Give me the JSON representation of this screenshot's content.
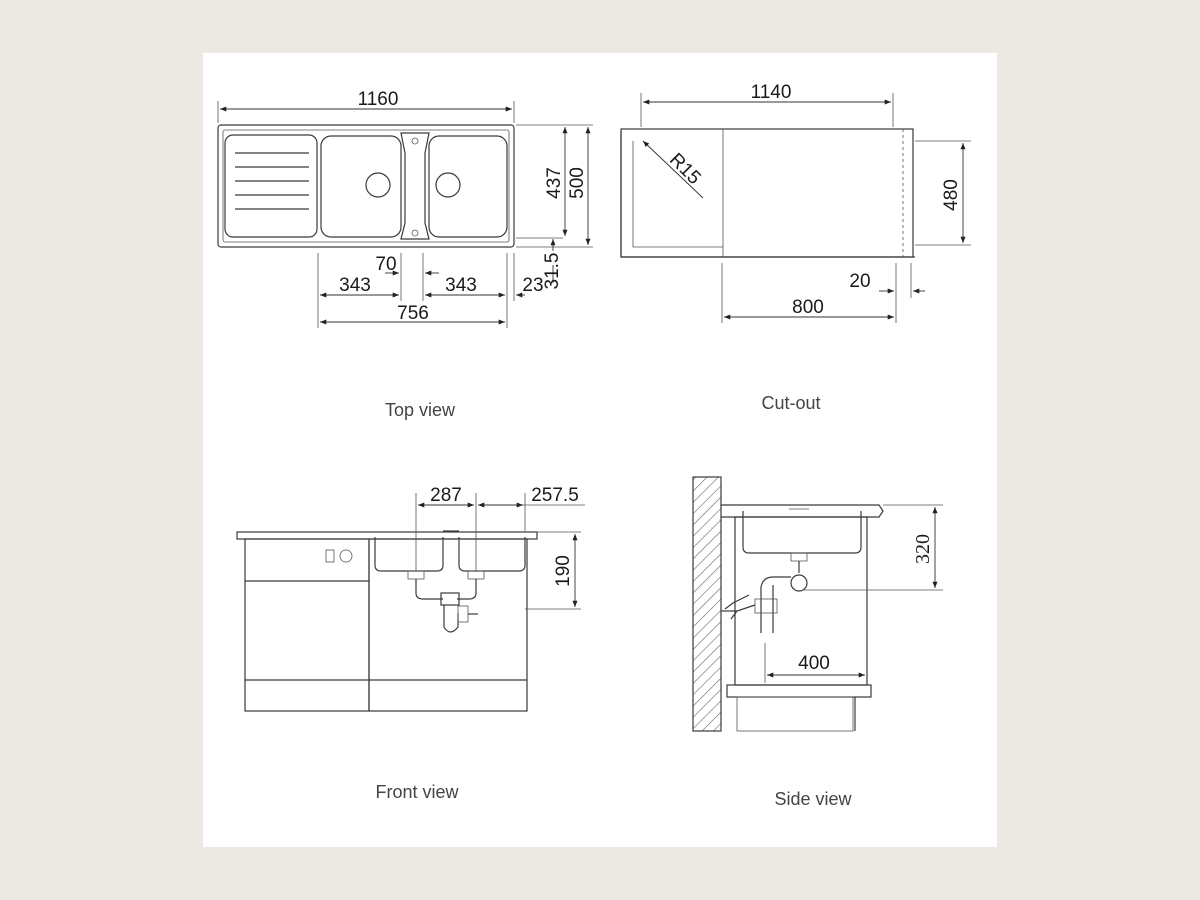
{
  "top_view": {
    "caption": "Top view",
    "dims": {
      "overall_width": "1160",
      "bowl_depth": "437",
      "overall_depth": "500",
      "divider": "70",
      "bowl_left": "343",
      "bowl_right": "343",
      "edge": "23",
      "drain": "31.5",
      "bowls_total": "756"
    }
  },
  "cut_out": {
    "caption": "Cut-out",
    "dims": {
      "width": "1140",
      "radius": "R15",
      "depth": "480",
      "offset": "20",
      "bowl_cut": "800"
    }
  },
  "front_view": {
    "caption": "Front view",
    "dims": {
      "drain_spacing": "287",
      "right_offset": "257.5",
      "bowl_height": "190"
    }
  },
  "side_view": {
    "caption": "Side view",
    "dims": {
      "depth": "320",
      "cabinet": "400"
    }
  }
}
